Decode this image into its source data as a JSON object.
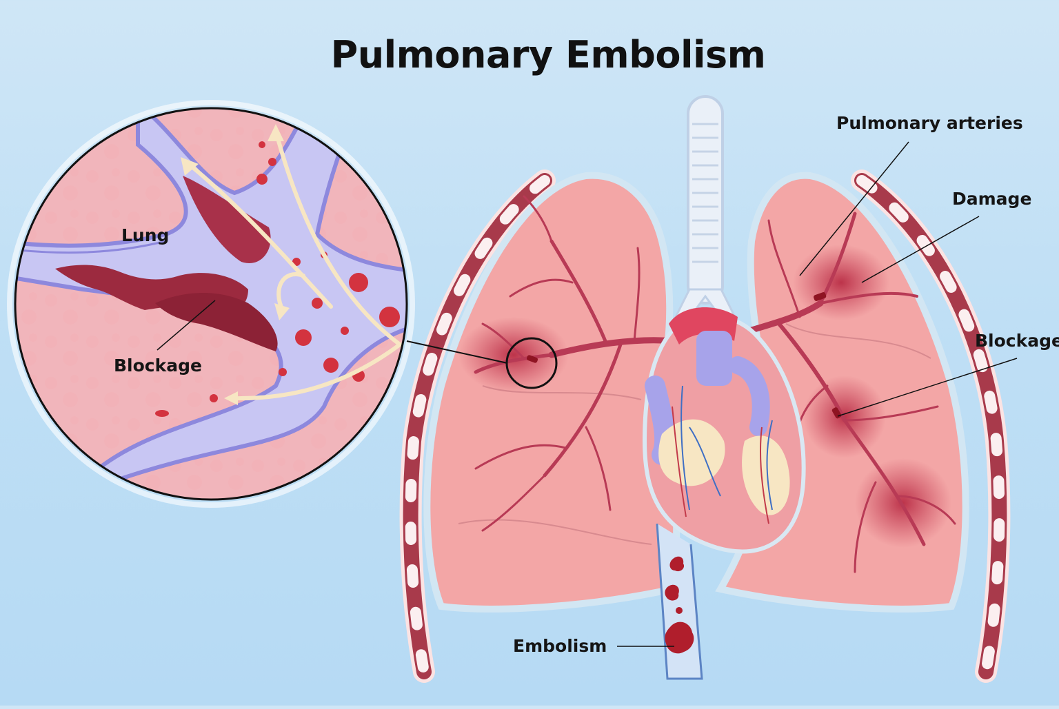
{
  "title": "Pulmonary Embolism",
  "labels": {
    "lung": "Lung",
    "blockage_zoom": "Blockage",
    "pulmonary_arteries": "Pulmonary arteries",
    "damage": "Damage",
    "blockage": "Blockage",
    "embolism": "Embolism"
  },
  "colors": {
    "background": "#c2e0f5",
    "lung_tissue": "#f2a3a3",
    "artery": "#b83a55",
    "clot": "#a01c2c",
    "vessel_wall": "#a7a3ea",
    "trachea": "#e8eef6",
    "heart": "#ee9ea3"
  }
}
